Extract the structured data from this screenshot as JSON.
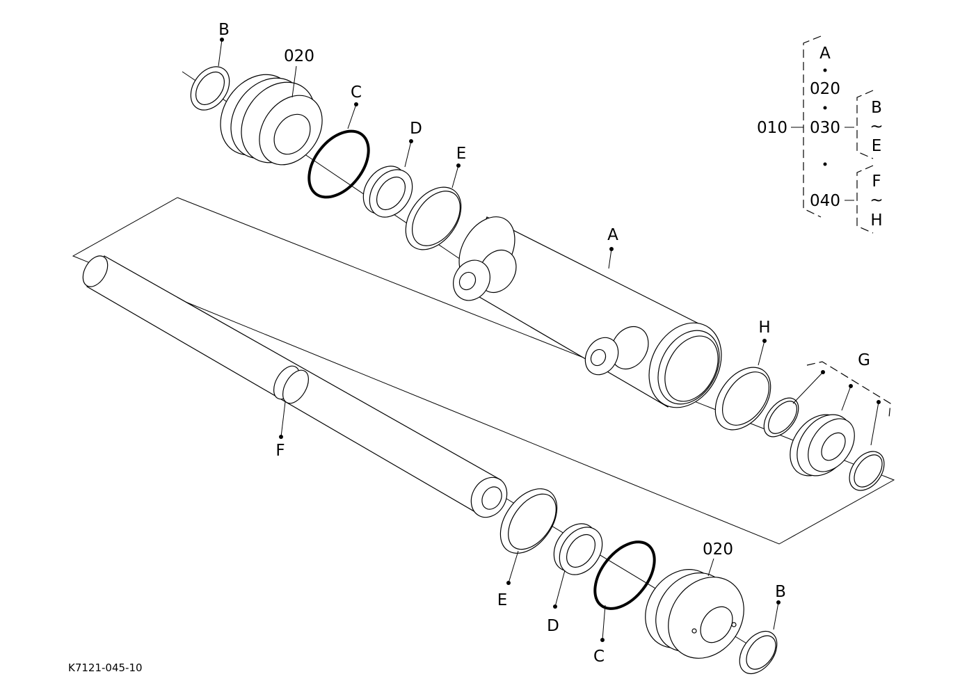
{
  "callouts": {
    "b_top": "B",
    "p020_top": "020",
    "c_top": "C",
    "d_top": "D",
    "e_top": "E",
    "a": "A",
    "h": "H",
    "g": "G",
    "f": "F",
    "e_bottom": "E",
    "d_bottom": "D",
    "c_bottom": "C",
    "p020_bottom": "020",
    "b_bottom": "B"
  },
  "assembly_tree": {
    "root": "010",
    "a": "A",
    "n020": "020",
    "n030": "030",
    "n040": "040",
    "range_030_start": "B",
    "range_030_tilde": "~",
    "range_030_end": "E",
    "range_040_start": "F",
    "range_040_tilde": "~",
    "range_040_end": "H"
  },
  "figure_code": "K7121-045-10"
}
